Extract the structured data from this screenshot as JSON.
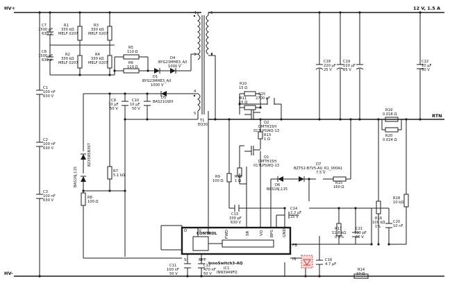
{
  "nets": {
    "hv_plus": "HV+",
    "hv_minus": "HV-",
    "out": "12 V, 1.5 A",
    "rtn": "RTN"
  },
  "caps": {
    "C1": [
      "C1",
      "100 nF",
      "630 V"
    ],
    "C2": [
      "C2",
      "100 nF",
      "630 V"
    ],
    "C3": [
      "C3",
      "100 nF",
      "630 V"
    ],
    "C7": [
      "C7",
      "1500 pF",
      "630 V"
    ],
    "C8": [
      "C8",
      "1500 pF",
      "630 V"
    ],
    "C9": [
      "C9",
      "10 µF",
      "50 V"
    ],
    "C10": [
      "C10",
      "10 µF",
      "50 V"
    ],
    "C11": [
      "C11",
      "100 nF",
      "50 V"
    ],
    "C12": [
      "C12",
      "470 nF",
      "50 V"
    ],
    "C13": [
      "C13",
      "330 pF",
      "630 V"
    ],
    "C14": [
      "C14",
      "2.2 µF",
      "25 V"
    ],
    "C15": [
      "C15",
      "2700 pF"
    ],
    "C16": [
      "C16",
      "4.7 µF"
    ],
    "C18": [
      "C18",
      "220 µF",
      "25 V"
    ],
    "C19": [
      "C19",
      "220 µF",
      "25 V"
    ],
    "C20": [
      "C20",
      "10 nF"
    ],
    "C21": [
      "C21",
      "330 pF",
      "50 V"
    ],
    "C22": [
      "C22",
      "10 µF",
      "50 V"
    ]
  },
  "resistors": {
    "R1": [
      "R1",
      "330 kΩ",
      "MELF 0207"
    ],
    "R2": [
      "R2",
      "330 kΩ",
      "MELF 0207"
    ],
    "R3": [
      "R3",
      "330 kΩ",
      "MELF 0207"
    ],
    "R4": [
      "R4",
      "330 kΩ",
      "MELF 0207"
    ],
    "R5": [
      "R5",
      "110 Ω"
    ],
    "R6": [
      "R6",
      "110 Ω"
    ],
    "R7": [
      "R7",
      "5.1 kΩ"
    ],
    "R8": [
      "R8",
      "100 Ω"
    ],
    "R9": [
      "R9",
      "100 Ω"
    ],
    "R10": [
      "R10",
      "15 Ω"
    ],
    "R11": [
      "R11",
      "15 Ω"
    ],
    "R12": [
      "R12",
      "1 Ω"
    ],
    "R13": [
      "R13",
      "1 Ω"
    ],
    "R14": [
      "R14",
      "10 Ω"
    ],
    "R15": [
      "R15",
      "160 Ω"
    ],
    "R16": [
      "R16",
      "100 kΩ",
      "1%"
    ],
    "R17": [
      "R17",
      "11.8 kΩ",
      "0.5%"
    ],
    "R18": [
      "R18",
      "10 kΩ"
    ],
    "R19": [
      "R19",
      "0.018 Ω"
    ],
    "R20": [
      "R20",
      "0.024 Ω"
    ]
  },
  "diodes": {
    "D1": [
      "D1",
      "BYG23MHE3_A/I",
      "1000 V"
    ],
    "D4": [
      "D4",
      "BYG23MHE3_A/I",
      "1000 V"
    ],
    "D5": [
      "D5",
      "BAS21GWX"
    ],
    "D6": [
      "D6",
      "BAS16J,115"
    ],
    "D7": [
      "D7",
      "BZT52-B7V5-AU_R1_000A1",
      "7.5 V"
    ],
    "D2": "BAS16J,115",
    "D3": "BZX585B39T"
  },
  "mosfets": {
    "Q1": [
      "Q1",
      "DMTH15H",
      "017LPSWQ-13"
    ],
    "Q2": [
      "Q2",
      "DMTH15H",
      "017LPSWQ-13"
    ]
  },
  "transformer": [
    "T1",
    "EQ30"
  ],
  "pins": {
    "p1": "1",
    "p3": "3",
    "p4": "4",
    "p5": "5",
    "p6": "6",
    "p7": "7"
  },
  "ic": {
    "name": "InnoSwitch3-AQ",
    "ref": "IC1",
    "part": "INN3949FQ",
    "block": "CONTROL",
    "pin_d": "D",
    "pin_v": "V",
    "pin_s": "S",
    "pin_bpp": "BPP",
    "pin_fwd": "FWD",
    "pin_sr": "SR",
    "pin_vo": "VO",
    "pin_bps": "BPS",
    "pin_gnd": "GND",
    "pin_fb": "FB",
    "pin_is": "IS"
  }
}
